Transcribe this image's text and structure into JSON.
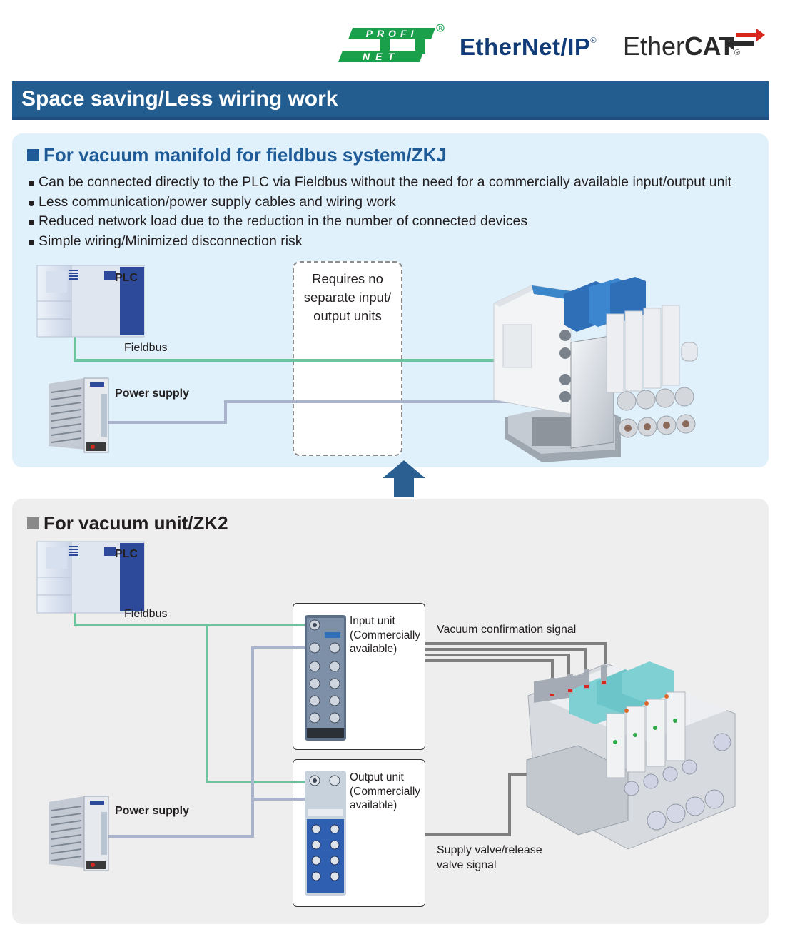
{
  "logos": {
    "profinet_line1": "PROFI",
    "profinet_line2": "NET",
    "ethernetip_text": "EtherNet/IP",
    "ethernetip_mark": "®",
    "ethercat_part1": "Ether",
    "ethercat_part2": "CAT",
    "ethercat_mark": "®"
  },
  "banner": {
    "title": "Space saving/Less wiring work"
  },
  "zkj": {
    "title": "For vacuum manifold for fieldbus system/ZKJ",
    "bullets": [
      "Can be connected directly to the PLC via Fieldbus without the need for a commercially available input/output unit",
      "Less communication/power supply cables and wiring work",
      "Reduced network load due to the reduction in the number of connected devices",
      "Simple wiring/Minimized disconnection risk"
    ],
    "plc_label": "PLC",
    "fieldbus_label": "Fieldbus",
    "power_label": "Power supply",
    "requires_lines": [
      "Requires no",
      "separate input/",
      "output units"
    ]
  },
  "zk2": {
    "title": "For vacuum unit/ZK2",
    "plc_label": "PLC",
    "fieldbus_label": "Fieldbus",
    "power_label": "Power supply",
    "input_unit_lines": [
      "Input unit",
      "(Commercially",
      "available)"
    ],
    "output_unit_lines": [
      "Output unit",
      "(Commercially",
      "available)"
    ],
    "vacuum_signal": "Vacuum confirmation signal",
    "supply_signal_lines": [
      "Supply valve/release",
      "valve signal"
    ]
  },
  "colors": {
    "banner": "#235d8f",
    "zkj_panel": "#e1f1fb",
    "zk2_panel": "#eeeeee",
    "fieldbus_line": "#6cc49e",
    "power_line": "#a9b4cc",
    "signal_line": "#7f7f7f",
    "arrow": "#2b5f92",
    "title_blue": "#1f5c97",
    "profinet_green": "#1a9f4b",
    "ethercat_red": "#d7281e"
  },
  "icons": [
    "plc-icon",
    "power-supply-icon",
    "vacuum-manifold-image",
    "vacuum-unit-image",
    "input-unit-image",
    "output-unit-image",
    "up-arrow-icon"
  ]
}
